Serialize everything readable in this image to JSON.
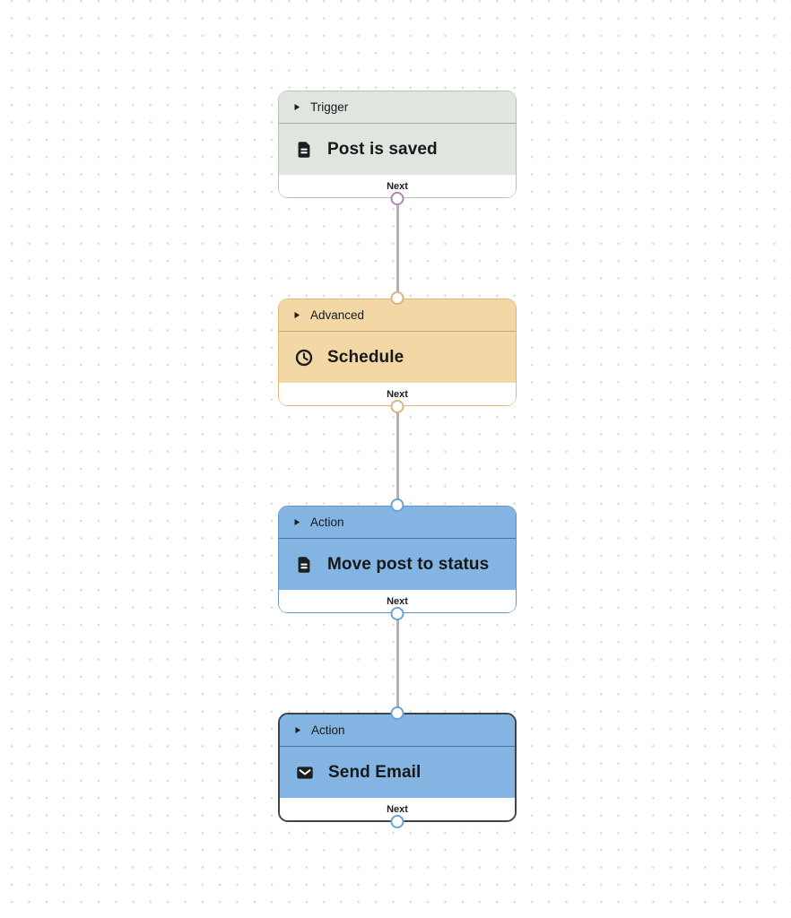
{
  "canvas": {
    "background_color": "#ffffff",
    "dot_color": "#d6d6d8",
    "edge_color": "#b1b1b4"
  },
  "nodes": [
    {
      "type_label": "Trigger",
      "title": "Post is saved",
      "icon": "document-icon",
      "collapse_icon": "caret-right-icon",
      "next_label": "Next",
      "selected": false,
      "has_input_handle": false,
      "colors": {
        "fill": "#e0e5e0",
        "border": "#b9c0b9",
        "divider": "#a6ada6",
        "handle": "#b284bc"
      }
    },
    {
      "type_label": "Advanced",
      "title": "Schedule",
      "icon": "clock-icon",
      "collapse_icon": "caret-right-icon",
      "next_label": "Next",
      "selected": false,
      "has_input_handle": true,
      "colors": {
        "fill": "#f3d7a4",
        "border": "#dcb878",
        "divider": "#cfa468",
        "handle": "#d8b77c"
      }
    },
    {
      "type_label": "Action",
      "title": "Move post to status",
      "icon": "document-icon",
      "collapse_icon": "caret-right-icon",
      "next_label": "Next",
      "selected": false,
      "has_input_handle": true,
      "colors": {
        "fill": "#84b5e2",
        "border": "#5f94c5",
        "divider": "#47739d",
        "handle": "#6ba3d6"
      }
    },
    {
      "type_label": "Action",
      "title": "Send Email",
      "icon": "mail-icon",
      "collapse_icon": "caret-right-icon",
      "next_label": "Next",
      "selected": true,
      "has_input_handle": true,
      "colors": {
        "fill": "#84b5e2",
        "border": "#3d444d",
        "divider": "#47739d",
        "handle": "#6ba3d6"
      }
    }
  ],
  "edges": [
    {
      "from": 0,
      "to": 1
    },
    {
      "from": 1,
      "to": 2
    },
    {
      "from": 2,
      "to": 3
    }
  ]
}
